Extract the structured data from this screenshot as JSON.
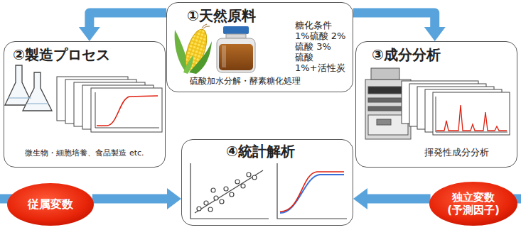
{
  "diagram": {
    "nodes": [
      {
        "text": [
          "①天然原料",
          "糖化条件 1%硫酸 2%硫酸 3%硫酸 1%+活性炭",
          "硫酸加水分解・酵素糖化処理"
        ]
      },
      {
        "text": [
          "②製造プロセス",
          "微生物・細胞培養、食品製造 etc."
        ]
      },
      {
        "text": [
          "③成分分析",
          "揮発性成分分析"
        ]
      },
      {
        "text": [
          "④統計解析"
        ]
      },
      {
        "text": [
          "従属変数"
        ]
      },
      {
        "text": [
          "独立変数 (予測因子)"
        ]
      }
    ],
    "edges": [
      {
        "from": 0,
        "to": 1,
        "arrow": "to"
      },
      {
        "from": 0,
        "to": 2,
        "arrow": "to"
      },
      {
        "from": 4,
        "to": 3,
        "arrow": "to"
      },
      {
        "from": 5,
        "to": 3,
        "arrow": "to"
      }
    ]
  }
}
